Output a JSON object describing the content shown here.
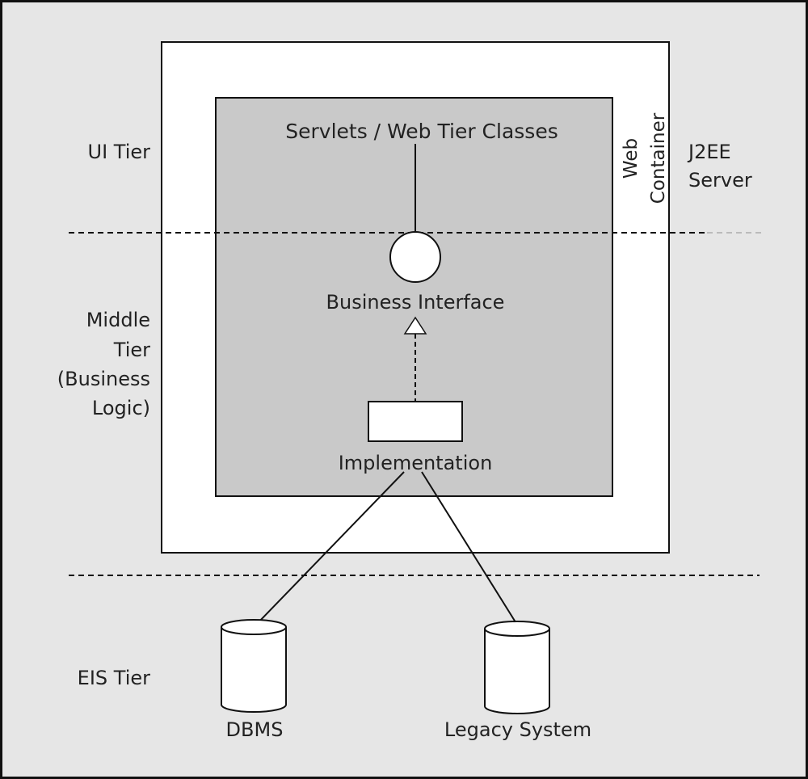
{
  "tiers": {
    "ui": "UI Tier",
    "middle": [
      "Middle",
      "Tier",
      "(Business",
      "Logic)"
    ],
    "eis": "EIS Tier"
  },
  "containers": {
    "server": [
      "J2EE",
      "Server"
    ],
    "web": [
      "Web",
      "Container"
    ]
  },
  "components": {
    "servlets": "Servlets / Web Tier Classes",
    "business_interface": "Business Interface",
    "implementation": "Implementation"
  },
  "resources": {
    "dbms": "DBMS",
    "legacy": "Legacy System"
  },
  "colors": {
    "page": "#e6e6e6",
    "server_box": "#ffffff",
    "web_container": "#c9c9c9",
    "line": "#111111"
  }
}
